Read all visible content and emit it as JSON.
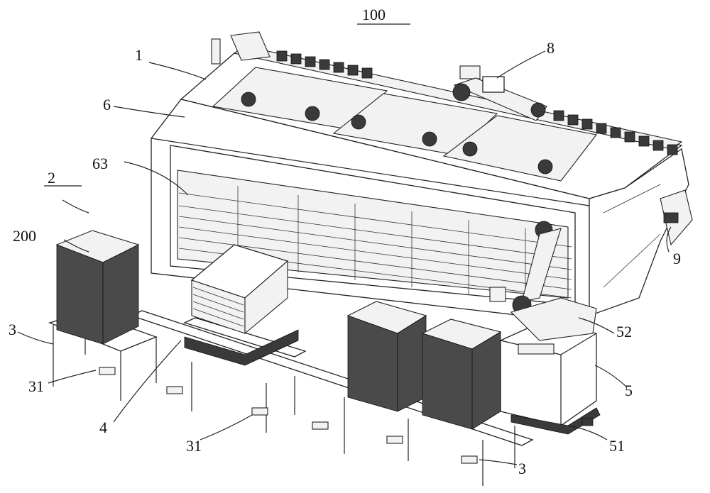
{
  "figure": {
    "title_number": "100",
    "labels": {
      "l1": "1",
      "l2": "2",
      "l3a": "3",
      "l3b": "3",
      "l4": "4",
      "l5": "5",
      "l6": "6",
      "l8": "8",
      "l9": "9",
      "l31a": "31",
      "l31b": "31",
      "l51": "51",
      "l52": "52",
      "l63": "63",
      "l200": "200"
    }
  }
}
